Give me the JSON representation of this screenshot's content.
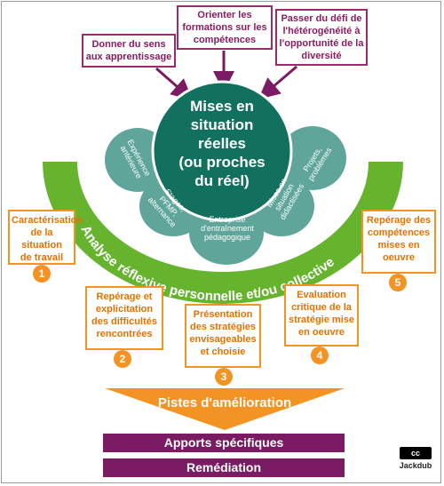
{
  "top_boxes": [
    {
      "text": "Donner du sens\naux apprentissage"
    },
    {
      "text": "Orienter les\nformations sur les\ncompétences"
    },
    {
      "text": "Passer du défi de\nl'hétérogénéité à\nl'opportunité de la\ndiversité"
    }
  ],
  "center": {
    "text": "Mises en\nsituation\nréelles\n(ou proches\ndu réel)"
  },
  "satellites": [
    {
      "text": "Expérience\nantérieure"
    },
    {
      "text": "Stages,\nPFMP,\nalternance"
    },
    {
      "text": "Entreprise\nd'entraînement\npédagogique"
    },
    {
      "text": "Mises en\nsituation\ndidactisées"
    },
    {
      "text": "Projets,\nproblèmes"
    }
  ],
  "arc_label": "Analyse  réflexive  personnelle  et/ou  collective",
  "steps": [
    {
      "num": "1",
      "text": "Caractérisation\nde la situation\nde travail"
    },
    {
      "num": "2",
      "text": "Repérage et\nexplicitation\ndes difficultés\nrencontrées"
    },
    {
      "num": "3",
      "text": "Présentation\ndes stratégies\nenvisageables\net choisie"
    },
    {
      "num": "4",
      "text": "Evaluation\ncritique de la\nstratégie mise\nen oeuvre"
    },
    {
      "num": "5",
      "text": "Repérage des\ncompétences\nmises en\noeuvre"
    }
  ],
  "pistes": "Pistes d'amélioration",
  "bars": [
    "Apports spécifiques",
    "Remédiation"
  ],
  "license": {
    "badge": "cc",
    "author": "Jackdub"
  },
  "colors": {
    "purple": "#9c2a6e",
    "teal_dark": "#12705f",
    "teal_light": "#5fa59a",
    "green": "#66b32e",
    "orange": "#f39323",
    "bar": "#7b1b63"
  }
}
